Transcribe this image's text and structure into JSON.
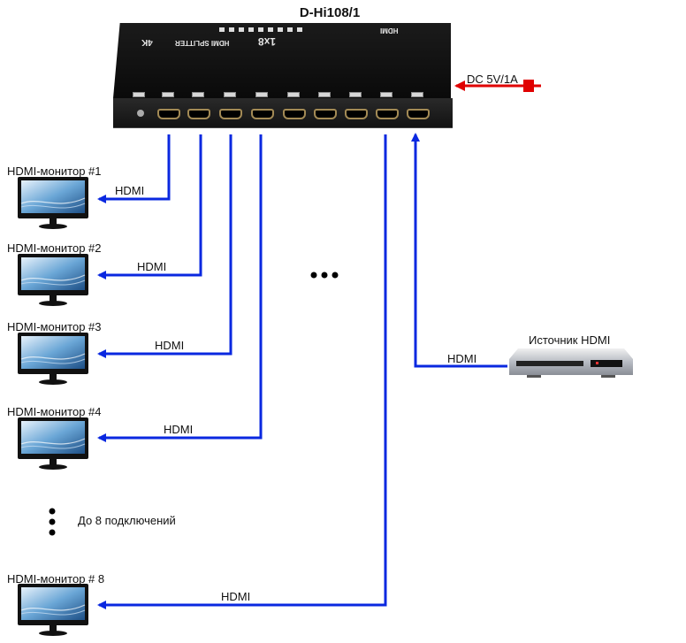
{
  "title": "D-Hi108/1",
  "device": {
    "model_label": "1x8",
    "name_label": "HDMI SPLITTER",
    "badge": "4K",
    "brand": "HDMI",
    "output_ports": 8,
    "input_ports": 1
  },
  "power": {
    "label": "DC 5V/1A",
    "color": "#e00000"
  },
  "cable_color": "#0a28e0",
  "monitors": [
    {
      "label": "HDMI-монитор #1",
      "cable_label": "HDMI"
    },
    {
      "label": "HDMI-монитор #2",
      "cable_label": "HDMI"
    },
    {
      "label": "HDMI-монитор #3",
      "cable_label": "HDMI"
    },
    {
      "label": "HDMI-монитор #4",
      "cable_label": "HDMI"
    },
    {
      "label": "HDMI-монитор # 8",
      "cable_label": "HDMI"
    }
  ],
  "source": {
    "label": "Источник HDMI",
    "cable_label": "HDMI"
  },
  "more_connections_label": "До 8  подключений",
  "ellipsis": "•••"
}
